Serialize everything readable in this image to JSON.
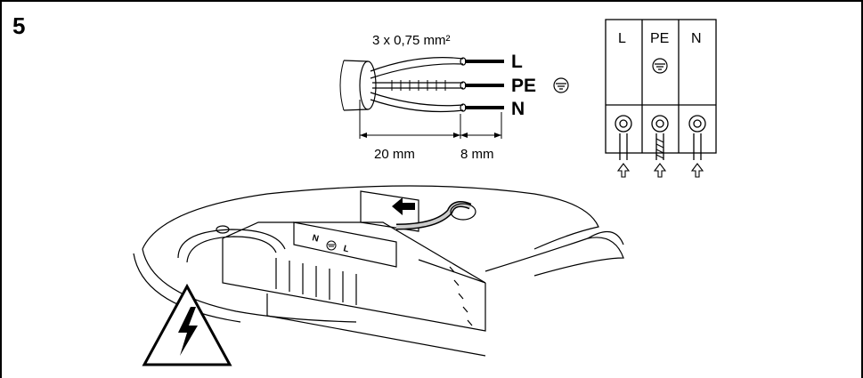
{
  "step": "5",
  "cable": {
    "spec": "3 x 0,75 mm²",
    "wires": [
      "L",
      "PE",
      "N"
    ],
    "strip_length": "20 mm",
    "insulation_length": "8 mm"
  },
  "terminal": {
    "labels": [
      "L",
      "PE",
      "N"
    ]
  },
  "icons": [
    "ground-icon",
    "warning-electric-icon",
    "push-arrow-icon"
  ]
}
